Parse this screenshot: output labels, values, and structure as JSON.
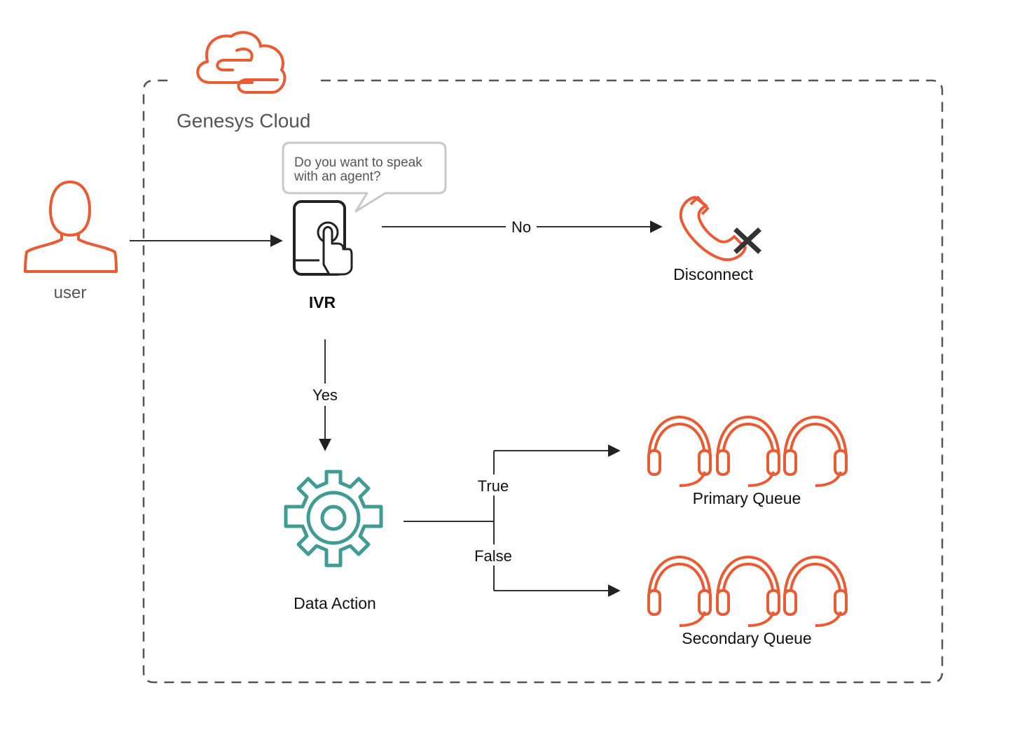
{
  "cloud": {
    "name": "Genesys Cloud",
    "icon": "cloud-icon"
  },
  "nodes": {
    "user": {
      "label": "user",
      "icon": "user-icon"
    },
    "ivr": {
      "label": "IVR",
      "icon": "touch-phone-icon"
    },
    "bubble": {
      "line1": "Do you want to speak",
      "line2": "with an agent?"
    },
    "disconnect": {
      "label": "Disconnect",
      "icon": "phone-disconnect-icon"
    },
    "data_action": {
      "label": "Data Action",
      "icon": "gear-icon"
    },
    "primary_queue": {
      "label": "Primary Queue",
      "icon": "headset-icon"
    },
    "secondary_queue": {
      "label": "Secondary Queue",
      "icon": "headset-icon"
    }
  },
  "edges": {
    "no": "No",
    "yes": "Yes",
    "true": "True",
    "false": "False"
  },
  "colors": {
    "accent_orange": "#ea5b34",
    "gear_teal": "#3f9b94",
    "line": "#333333",
    "dash": "#555555"
  }
}
